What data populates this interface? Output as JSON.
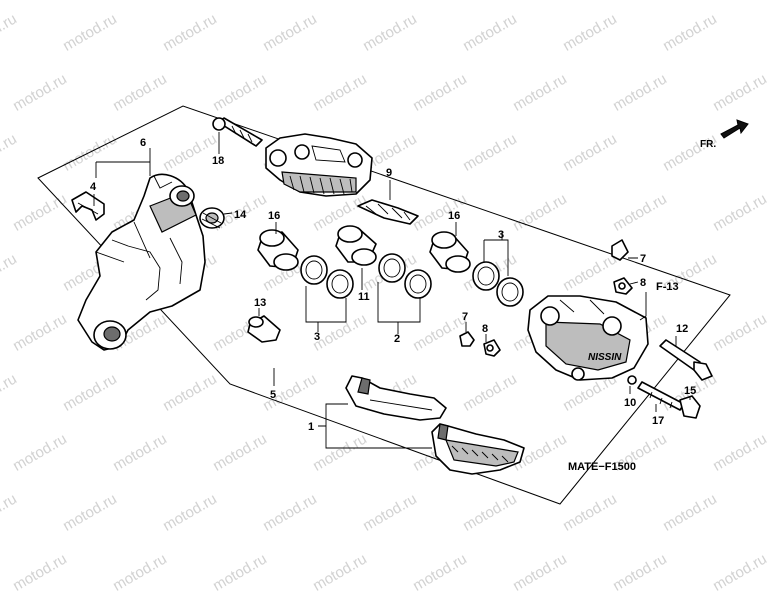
{
  "watermark": {
    "text": "motod.ru"
  },
  "direction": {
    "label": "FR."
  },
  "drawing_code": "MATE−F1500",
  "callouts": {
    "c1": "1",
    "c2": "2",
    "c3a": "3",
    "c3b": "3",
    "c4": "4",
    "c5": "5",
    "c6": "6",
    "c7a": "7",
    "c7b": "7",
    "c8a": "8",
    "c8b": "8",
    "c9": "9",
    "c10": "10",
    "c11": "11",
    "c12": "12",
    "c13": "13",
    "c14": "14",
    "c15": "15",
    "c16a": "16",
    "c16b": "16",
    "c17": "17",
    "c18": "18",
    "f13": "F-13"
  }
}
